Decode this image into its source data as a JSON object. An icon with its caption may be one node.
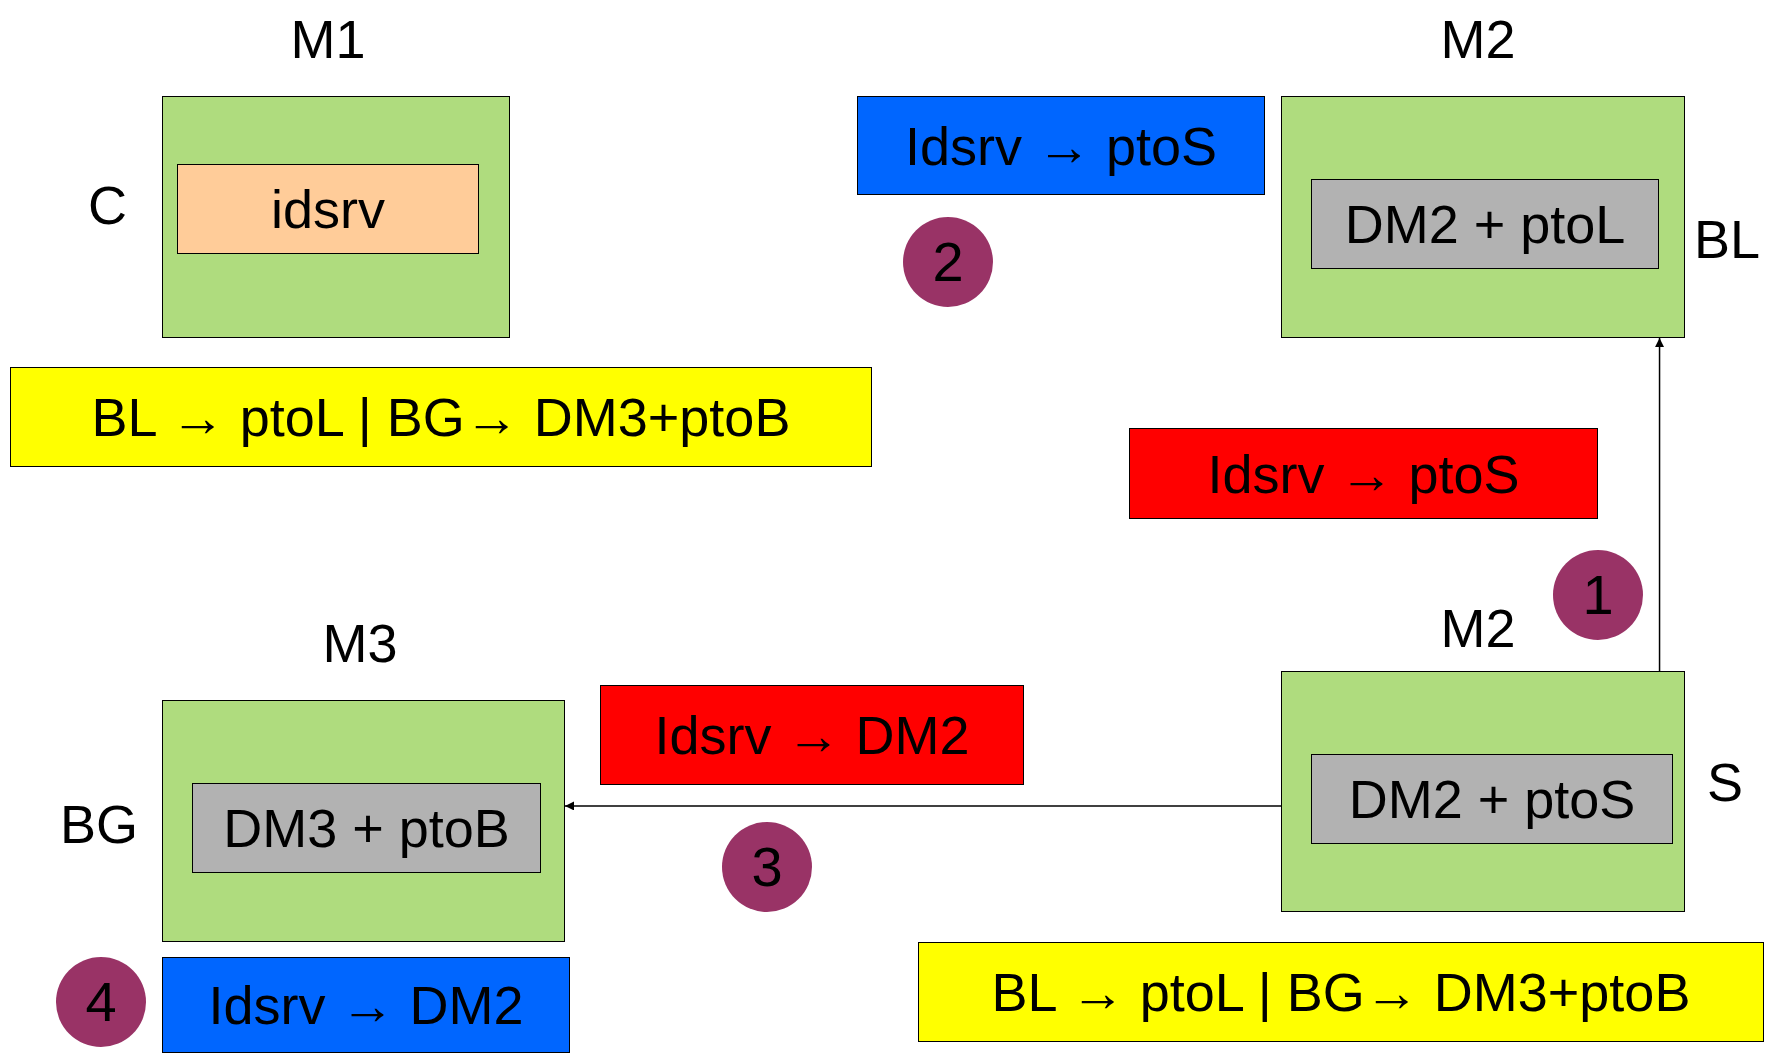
{
  "diagram": {
    "nodes": [
      {
        "text": [
          "M1"
        ],
        "beside": [
          "C"
        ]
      },
      {
        "text": [
          "idsrv"
        ],
        "in": 0
      },
      {
        "text": [
          "BL → ptoL | BG→ DM3+ptoB"
        ]
      },
      {
        "text": [
          "Idsrv → ptoS"
        ]
      },
      {
        "text": [
          "2"
        ]
      },
      {
        "text": [
          "M2"
        ],
        "beside": [
          "BL"
        ]
      },
      {
        "text": [
          "DM2 + ptoL"
        ],
        "in": 5
      },
      {
        "text": [
          "Idsrv → ptoS"
        ]
      },
      {
        "text": [
          "1"
        ]
      },
      {
        "text": [
          "M3"
        ],
        "beside": [
          "BG"
        ]
      },
      {
        "text": [
          "DM3 + ptoB"
        ],
        "in": 9
      },
      {
        "text": [
          "Idsrv → DM2"
        ]
      },
      {
        "text": [
          "M2"
        ],
        "beside": [
          "S"
        ]
      },
      {
        "text": [
          "DM2 + ptoS"
        ],
        "in": 12
      },
      {
        "text": [
          "3"
        ]
      },
      {
        "text": [
          "4"
        ]
      },
      {
        "text": [
          "Idsrv → DM2"
        ]
      },
      {
        "text": [
          "BL → ptoL | BG→ DM3+ptoB"
        ]
      }
    ],
    "edges": [
      {
        "from": 12,
        "to": 5,
        "arrow": "to"
      },
      {
        "from": 12,
        "to": 9,
        "arrow": "to"
      }
    ]
  }
}
